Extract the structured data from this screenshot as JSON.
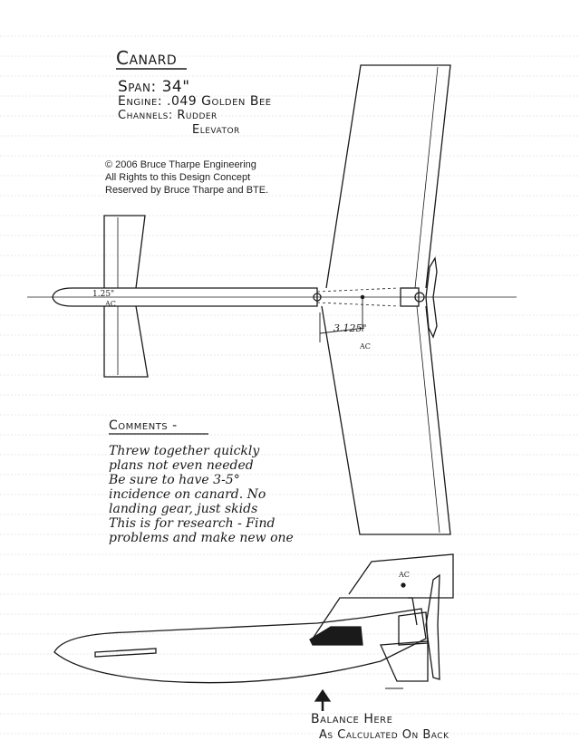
{
  "header": {
    "title": "Canard",
    "span": "Span: 34\"",
    "engine": "Engine: .049 Golden Bee",
    "channels": "Channels: Rudder",
    "channels_2": "Elevator"
  },
  "copyright": {
    "line1": "© 2006 Bruce Tharpe Engineering",
    "line2": "All Rights to this Design Concept",
    "line3": "Reserved by Bruce Tharpe and BTE."
  },
  "labels": {
    "canard_ac": "1.25\"",
    "canard_ac_sub": "AC",
    "dim": "3.125\"",
    "dim_ac": "AC",
    "side_ac": "AC"
  },
  "comments": {
    "heading": "Comments -",
    "lines": [
      "Threw together quickly",
      "plans not even needed",
      "Be sure to have 3-5°",
      "incidence on canard. No",
      "landing gear, just skids",
      "This is for research - Find",
      "problems and make new one"
    ]
  },
  "balance": {
    "line1": "Balance Here",
    "line2": "As Calculated On Back"
  },
  "colors": {
    "paper": "#ffffff",
    "ink": "#1a1a1a",
    "ruling": "#c9c9c9"
  }
}
